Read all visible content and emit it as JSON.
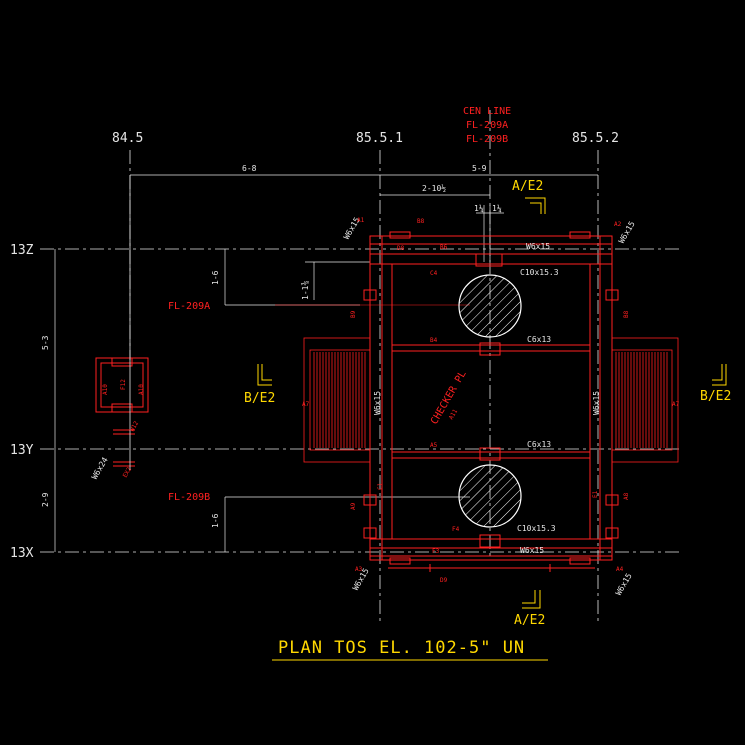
{
  "colors": {
    "background": "#000000",
    "grid_line": "#e6e6e6",
    "steel": "#ff2020",
    "section_mark": "#ffd800",
    "hatch": "#ffffff"
  },
  "grid": {
    "col_845": "84.5",
    "col_8551": "85.5.1",
    "col_8552": "85.5.2",
    "row_13z": "13Z",
    "row_13y": "13Y",
    "row_13x": "13X"
  },
  "dims": {
    "d_6_8": "6-8",
    "d_5_9": "5-9",
    "d_2_10": "2-10½",
    "d_1a": "1¼",
    "d_1b": "1¼",
    "d_1_6a": "1-6",
    "d_1_1": "1-1⅜",
    "d_5_3": "5-3",
    "d_2_9": "2-9",
    "d_1_6b": "1-6"
  },
  "cen_line": [
    "CEN LINE",
    "FL-209A",
    "FL-209B"
  ],
  "labels": {
    "fl209a": "FL-209A",
    "fl209b": "FL-209B",
    "checker_pl": "CHECKER PL",
    "checker_sub": "A11",
    "a_e2_top": "A/E2",
    "a_e2_bottom": "A/E2",
    "b_e2_left": "B/E2",
    "b_e2_right": "B/E2"
  },
  "members": {
    "w6x15_top": "W6x15",
    "c10x15_top": "C10x15.3",
    "c6x13_a": "C6x13",
    "c6x13_b": "C6x13",
    "c10x15_bot": "C10x15.3",
    "w6x15_bot": "W6x15",
    "w6x15_left": "W6x15",
    "w6x15_right": "W6x15",
    "w6x15_corner_tl": "W6x15",
    "w6x15_corner_tr": "W6x15",
    "w6x15_corner_bl": "W6x15",
    "w6x15_corner_br": "W6x15",
    "w6x24": "W6x24"
  },
  "marks": {
    "a1": "A1",
    "a2": "A2",
    "a3": "A3",
    "a4": "A4",
    "a5": "A5",
    "b8": "B8",
    "b6": "B6",
    "b4": "B4",
    "b9": "B9",
    "d8": "D8",
    "c4": "C4",
    "f4": "F4",
    "f3": "F3",
    "d9": "D9",
    "a7_left": "A7",
    "a7_right": "A7",
    "a9": "A9",
    "c1": "C1",
    "e1": "E1",
    "a8": "A8",
    "b8r": "B8",
    "w12": "W12",
    "f12": "F12",
    "a10": "A10",
    "a10b": "A10",
    "ex2": "EX2"
  },
  "title": "PLAN TOS EL. 102-5\" UN"
}
